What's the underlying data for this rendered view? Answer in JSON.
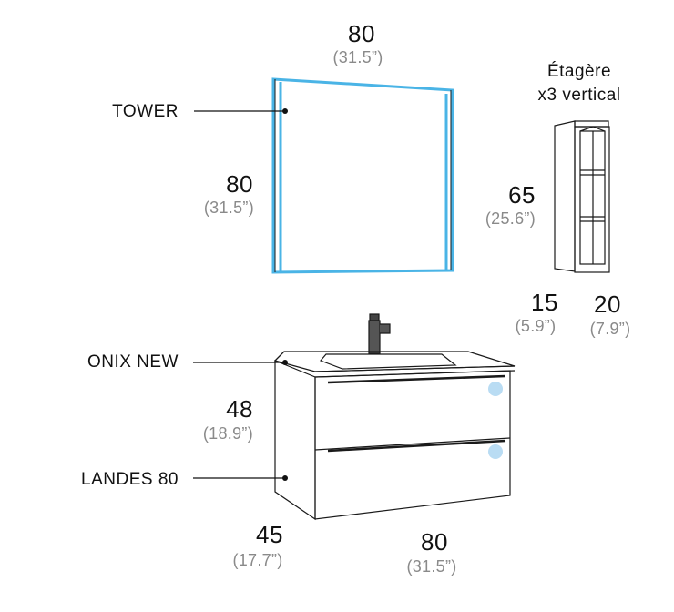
{
  "labels": {
    "tower": "TOWER",
    "onix_new": "ONIX NEW",
    "landes_80": "LANDES 80"
  },
  "mirror": {
    "width": "80",
    "width_in": "(31.5”)",
    "height": "80",
    "height_in": "(31.5”)",
    "led_color": "#4ab4e6"
  },
  "shelf": {
    "title_line1": "Étagère",
    "title_line2": "x3 vertical",
    "height": "65",
    "height_in": "(25.6”)",
    "depth": "15",
    "depth_in": "(5.9”)",
    "width": "20",
    "width_in": "(7.9”)"
  },
  "vanity": {
    "height": "48",
    "height_in": "(18.9”)",
    "depth": "45",
    "depth_in": "(17.7”)",
    "width": "80",
    "width_in": "(31.5”)",
    "knob_color": "#b9dcf3"
  }
}
